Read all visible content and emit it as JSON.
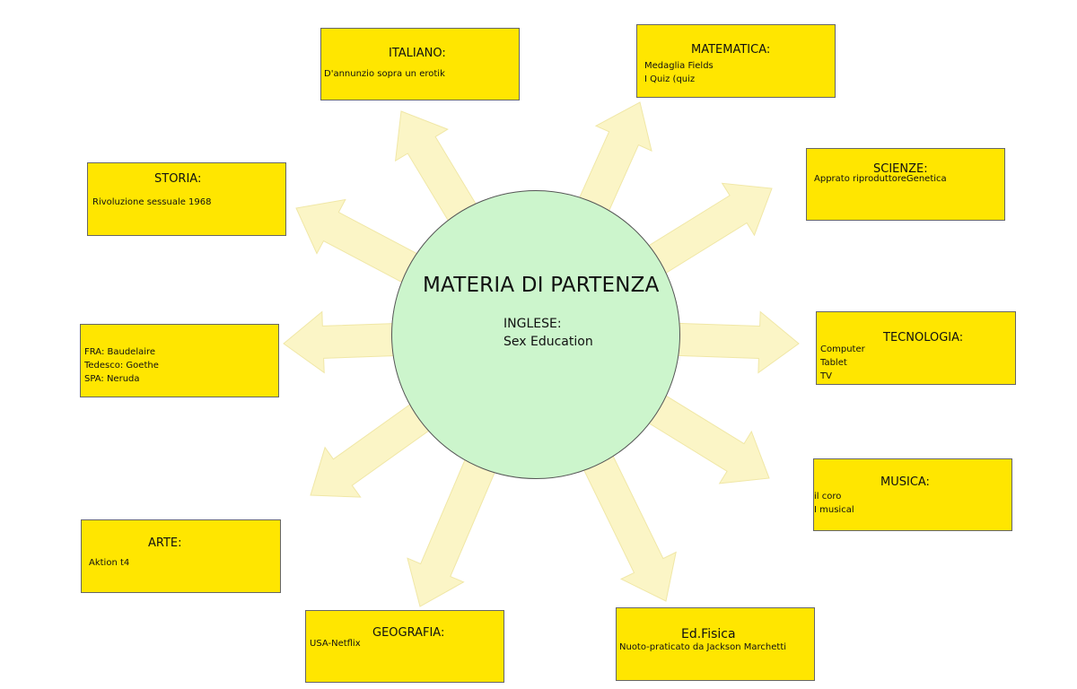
{
  "center": {
    "title": "MATERIA DI PARTENZA",
    "subject": "INGLESE:",
    "topic": "Sex Education"
  },
  "boxes": {
    "italiano": {
      "title": "ITALIANO:",
      "lines": [
        "D'annunzio sopra un erotik"
      ]
    },
    "matematica": {
      "title": "MATEMATICA:",
      "lines": [
        "Medaglia Fields",
        "I Quiz (quiz"
      ]
    },
    "scienze": {
      "title": "SCIENZE:",
      "lines": [
        "Apprato riproduttoreGenetica"
      ]
    },
    "tecnologia": {
      "title": "TECNOLOGIA:",
      "lines": [
        "Computer",
        "Tablet",
        "TV"
      ]
    },
    "musica": {
      "title": "MUSICA:",
      "lines": [
        "il coro",
        "I musical"
      ]
    },
    "edfisica": {
      "title": "Ed.Fisica",
      "lines": [
        "Nuoto-praticato da Jackson Marchetti"
      ]
    },
    "geografia": {
      "title": "GEOGRAFIA:",
      "lines": [
        "USA-Netflix"
      ]
    },
    "arte": {
      "title": "ARTE:",
      "lines": [
        "Aktion t4"
      ]
    },
    "lingue": {
      "title": "",
      "lines": [
        "FRA: Baudelaire",
        "Tedesco:  Goethe",
        "SPA: Neruda"
      ]
    },
    "storia": {
      "title": "STORIA:",
      "lines": [
        "Rivoluzione sessuale 1968"
      ]
    }
  },
  "colors": {
    "box_fill": "#ffe600",
    "hub_fill": "#ccf5cc",
    "arrow_fill": "#fbf5c6"
  }
}
